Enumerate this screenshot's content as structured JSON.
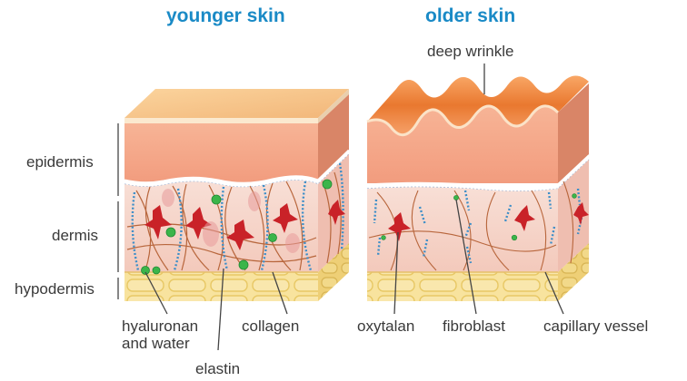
{
  "titles": {
    "younger": "younger skin",
    "older": "older skin"
  },
  "layer_labels": {
    "epidermis": "epidermis",
    "dermis": "dermis",
    "hypodermis": "hypodermis"
  },
  "component_labels": {
    "hyaluronan": "hyaluronan",
    "and_water": "and water",
    "elastin": "elastin",
    "collagen": "collagen",
    "oxytalan": "oxytalan",
    "fibroblast": "fibroblast",
    "capillary_vessel": "capillary vessel",
    "deep_wrinkle": "deep wrinkle"
  },
  "colors": {
    "title": "#1a8ac6",
    "label": "#3a3a3a",
    "epidermis_front": "#f4a88a",
    "epidermis_side": "#d98266",
    "skin_top": "#f7c58f",
    "wrinkle_top": "#f08a4a",
    "dermis_front": "#f6d6cc",
    "hypodermis": "#f6de95",
    "fibroblast": "#c92228",
    "hyaluronan_dot": "#3bb54a",
    "elastin_fiber": "#3c8ec8",
    "collagen_fiber": "#b8663c"
  }
}
